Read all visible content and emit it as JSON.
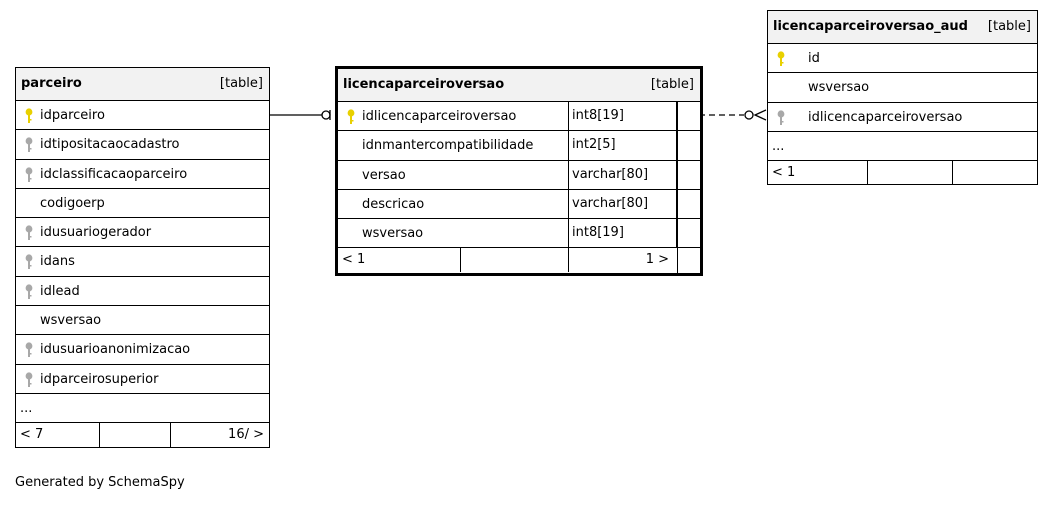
{
  "tables": {
    "parceiro": {
      "name": "parceiro",
      "kind": "[table]",
      "columns": [
        {
          "name": "idparceiro",
          "key": "primary"
        },
        {
          "name": "idtipositacaocadastro",
          "key": "foreign"
        },
        {
          "name": "idclassificacaoparceiro",
          "key": "foreign"
        },
        {
          "name": "codigoerp",
          "key": "none"
        },
        {
          "name": "idusuariogerador",
          "key": "foreign"
        },
        {
          "name": "idans",
          "key": "foreign"
        },
        {
          "name": "idlead",
          "key": "foreign"
        },
        {
          "name": "wsversao",
          "key": "none"
        },
        {
          "name": "idusuarioanonimizacao",
          "key": "foreign"
        },
        {
          "name": "idparceirosuperior",
          "key": "foreign"
        }
      ],
      "more": "...",
      "footer_left": "< 7",
      "footer_right": "16/ >"
    },
    "licencaparceiroversao": {
      "name": "licencaparceiroversao",
      "kind": "[table]",
      "columns": [
        {
          "name": "idlicencaparceiroversao",
          "type": "int8[19]",
          "key": "primary"
        },
        {
          "name": "idnmantercompatibilidade",
          "type": "int2[5]",
          "key": "none"
        },
        {
          "name": "versao",
          "type": "varchar[80]",
          "key": "none"
        },
        {
          "name": "descricao",
          "type": "varchar[80]",
          "key": "none"
        },
        {
          "name": "wsversao",
          "type": "int8[19]",
          "key": "none"
        }
      ],
      "footer_left": "< 1",
      "footer_right": "1 >"
    },
    "licencaparceiroversao_aud": {
      "name": "licencaparceiroversao_aud",
      "kind": "[table]",
      "columns": [
        {
          "name": "id",
          "key": "primary"
        },
        {
          "name": "wsversao",
          "key": "none"
        },
        {
          "name": "idlicencaparceiroversao",
          "key": "foreign"
        }
      ],
      "more": "...",
      "footer_left": "< 1"
    }
  },
  "generated_by": "Generated by SchemaSpy",
  "colors": {
    "primary_key": "#e8d000",
    "foreign_key": "#a8a8a8"
  }
}
